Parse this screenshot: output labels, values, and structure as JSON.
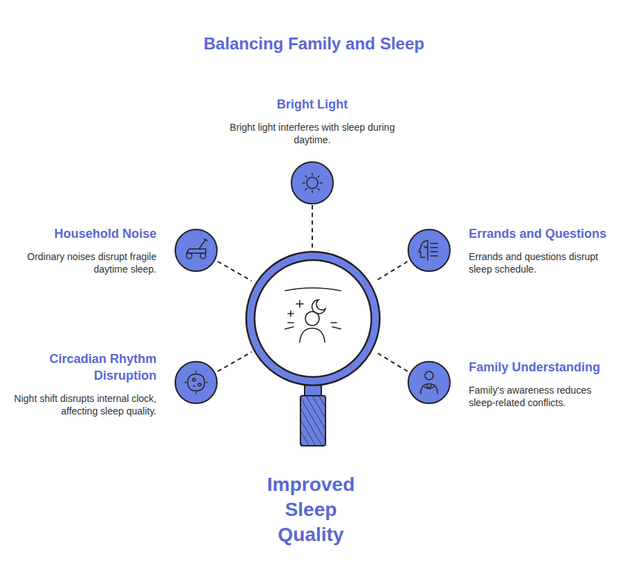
{
  "diagram": {
    "title": "Balancing Family and Sleep",
    "caption": "Improved Sleep Quality",
    "nodes": [
      {
        "text": [
          "Bright Light",
          "Bright light interferes with sleep during daytime."
        ]
      },
      {
        "text": [
          "Household Noise",
          "Ordinary noises disrupt fragile daytime sleep."
        ]
      },
      {
        "text": [
          "Errands and Questions",
          "Errands and questions disrupt sleep schedule."
        ]
      },
      {
        "text": [
          "Circadian Rhythm Disruption",
          "Night shift disrupts internal clock, affecting sleep quality."
        ]
      },
      {
        "text": [
          "Family Understanding",
          "Family's awareness reduces sleep-related conflicts."
        ]
      }
    ]
  }
}
